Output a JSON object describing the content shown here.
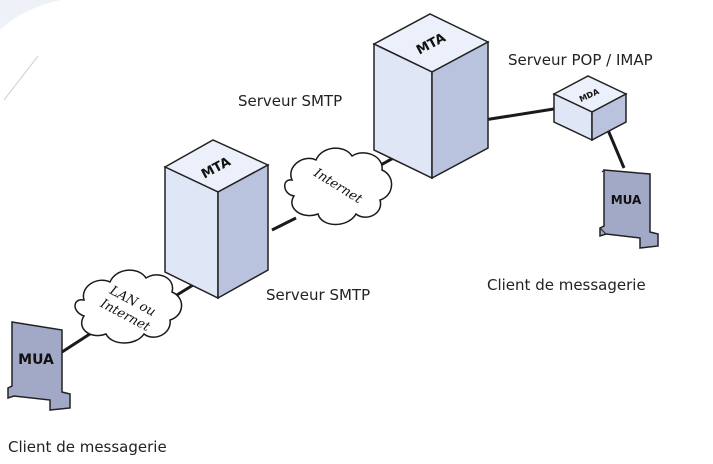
{
  "diagram": {
    "mta_left_label": "MTA",
    "mta_right_label": "MTA",
    "mda_label": "MDA",
    "mua_left_label": "MUA",
    "mua_right_label": "MUA",
    "cloud_lan_line1": "LAN ou",
    "cloud_lan_line2": "Internet",
    "cloud_internet": "Internet",
    "smtp_server_top": "Serveur SMTP",
    "smtp_server_bottom": "Serveur SMTP",
    "pop_imap_server": "Serveur  POP / IMAP",
    "client_right": "Client de messagerie",
    "client_left": "Client de messagerie"
  },
  "colors": {
    "background": "#ffffff",
    "box_face": "#dfe6f6",
    "box_side": "#b9c3dd",
    "box_top": "#ecf0fa",
    "mua_fill": "#a2a9c7",
    "cloud_fill": "#ffffff",
    "line": "#1a1a1a"
  }
}
